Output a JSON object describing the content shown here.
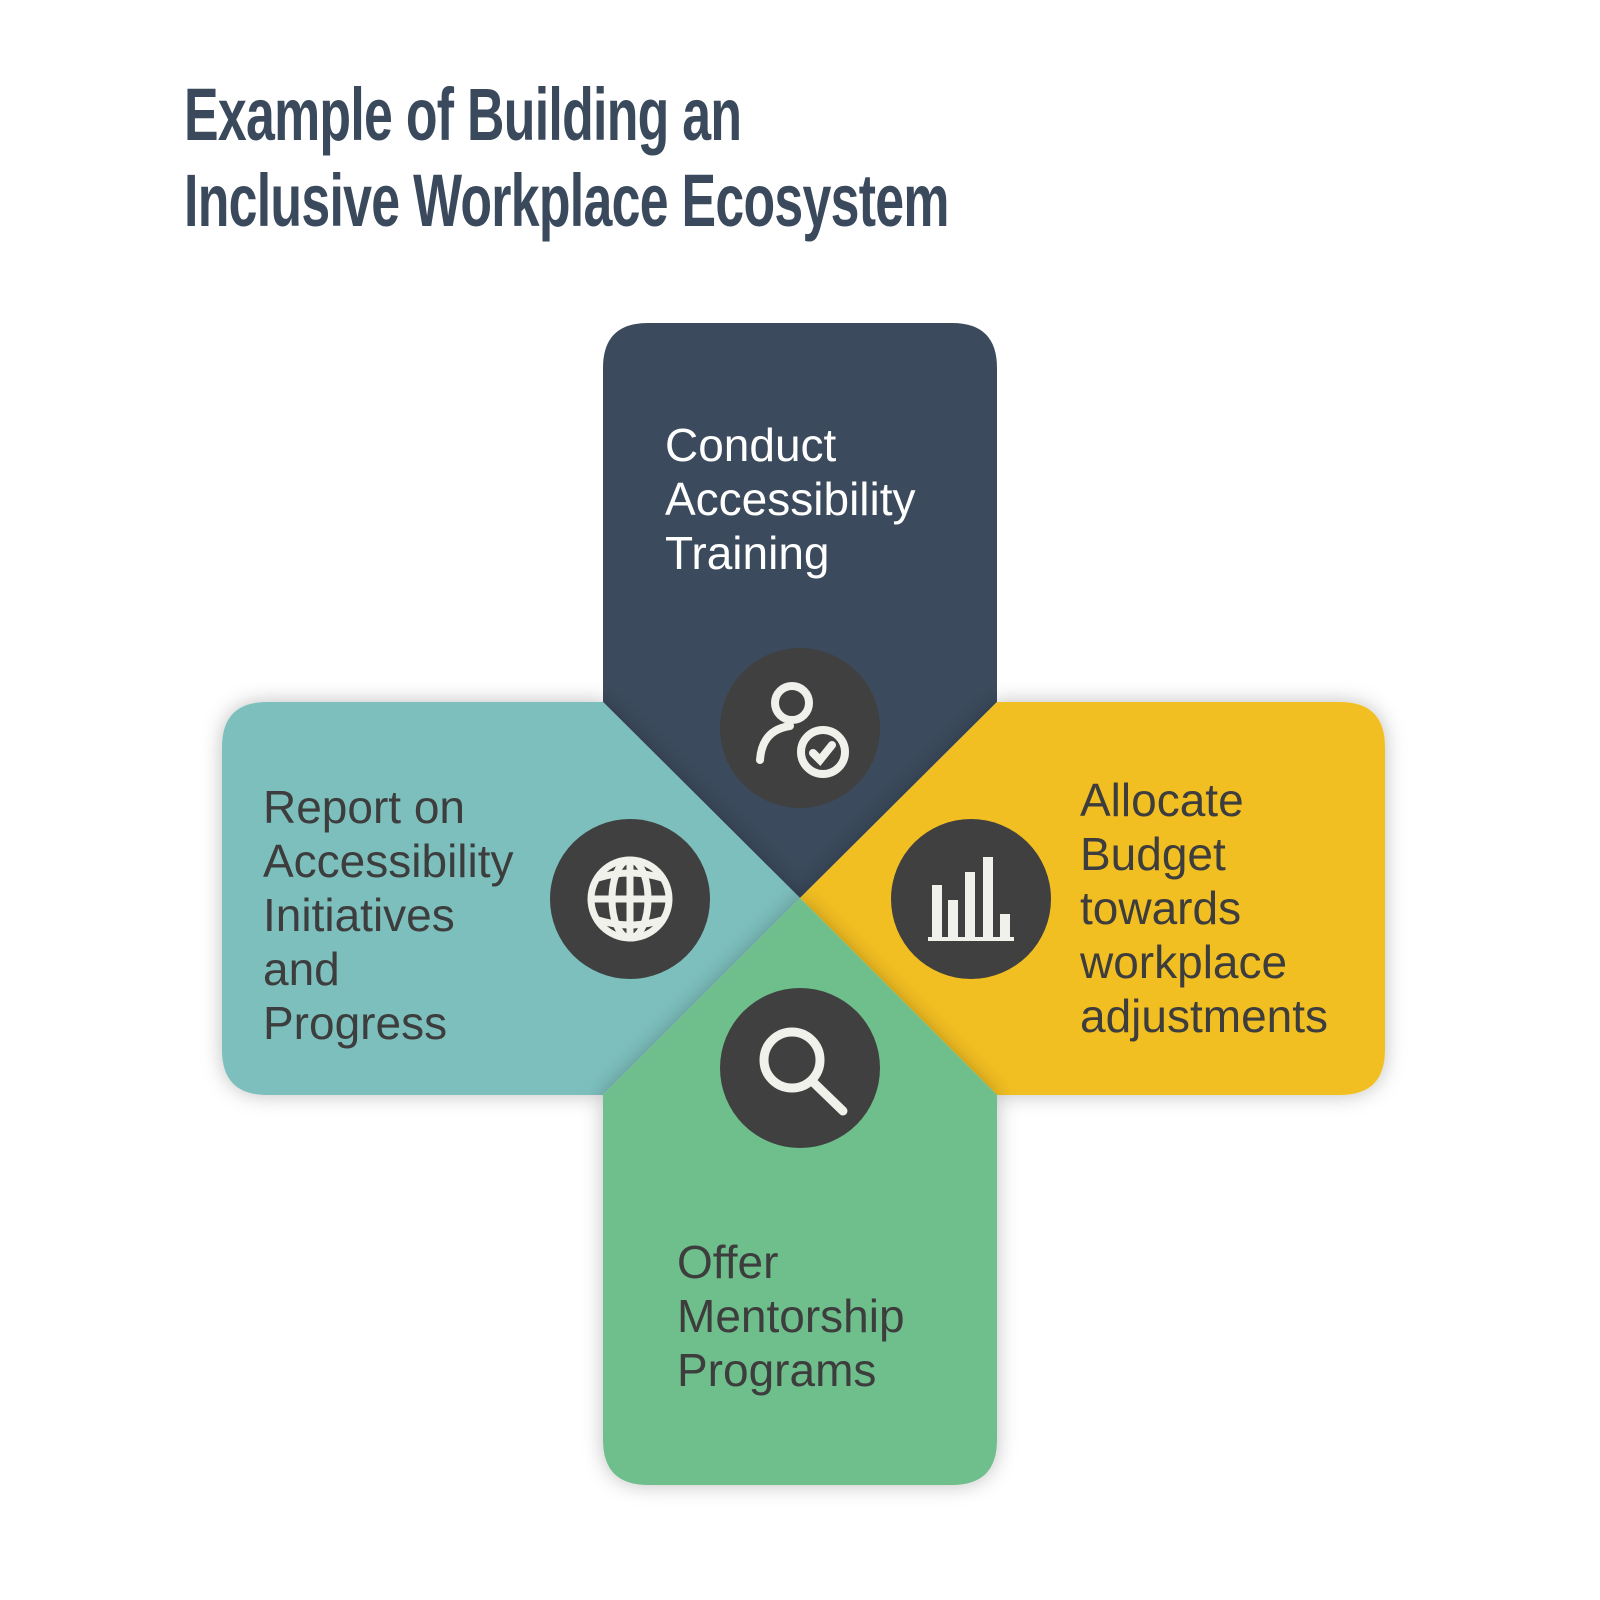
{
  "title": {
    "line1": "Example of Building an",
    "line2": "Inclusive Workplace Ecosystem"
  },
  "colors": {
    "title": "#3a4a5c",
    "top": "#3b4a5c",
    "left": "#7bbfbd",
    "right": "#f2bf24",
    "bottom": "#6ebf8b",
    "icon_bg": "#404040",
    "icon_fg": "#f0f1ea"
  },
  "items": [
    {
      "position": "top",
      "icon": "user-check-icon",
      "lines": [
        "Conduct",
        "Accessibility",
        "Training"
      ]
    },
    {
      "position": "right",
      "icon": "bar-chart-icon",
      "lines": [
        "Allocate",
        "Budget",
        "towards",
        "workplace",
        "adjustments"
      ]
    },
    {
      "position": "bottom",
      "icon": "search-icon",
      "lines": [
        "Offer",
        "Mentorship",
        "Programs"
      ]
    },
    {
      "position": "left",
      "icon": "globe-icon",
      "lines": [
        "Report on",
        "Accessibility",
        "Initiatives",
        "and",
        "Progress"
      ]
    }
  ]
}
